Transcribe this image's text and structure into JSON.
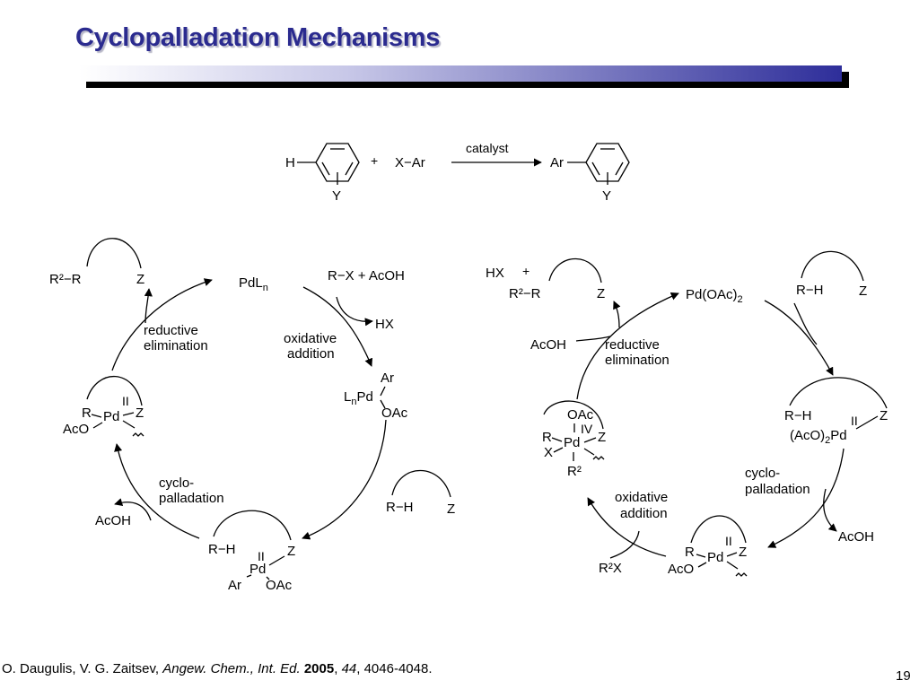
{
  "slide": {
    "title": "Cyclopalladation Mechanisms",
    "page_number": "19"
  },
  "top_reaction": {
    "sub_h": "H",
    "sub_y": "Y",
    "plus": "+",
    "reagent": "X−Ar",
    "catalyst": "catalyst",
    "prod_ar": "Ar",
    "prod_y": "Y"
  },
  "left_cycle": {
    "r2r_product": "R²−R",
    "z": "Z",
    "catalyst_pdln": "PdL",
    "catalyst_sub": "n",
    "rx_acoh": "R−X + AcOH",
    "hx": "HX",
    "oxidative_addition": [
      "oxidative",
      "addition"
    ],
    "ar": "Ar",
    "lnpd": "L",
    "lnpd_sub": "n",
    "lnpd_pd": "Pd",
    "oac": "OAc",
    "substrate_rh": "R−H",
    "substrate_z": "Z",
    "bottom_rh": "R−H",
    "bottom_z": "Z",
    "bottom_ii": "II",
    "bottom_pd": "Pd",
    "bottom_ar": "Ar",
    "bottom_oac": "OAc",
    "cyclopalladation": [
      "cyclo-",
      "palladation"
    ],
    "acoh": "AcOH",
    "left_r": "R",
    "left_ii": "II",
    "left_pd": "Pd",
    "left_z": "Z",
    "left_aco": "AcO",
    "reductive_elimination": [
      "reductive",
      "elimination"
    ]
  },
  "right_cycle": {
    "hx": "HX",
    "plus": "+",
    "r2r_product": "R²−R",
    "z": "Z",
    "catalyst": "Pd(OAc)",
    "catalyst_sub": "2",
    "substrate_rh": "R−H",
    "substrate_z": "Z",
    "int_rh": "R−H",
    "int_z": "Z",
    "int_ii": "II",
    "int_aco": "(AcO)",
    "int_sub": "2",
    "int_pd": "Pd",
    "cyclopalladation": [
      "cyclo-",
      "palladation"
    ],
    "acoh": "AcOH",
    "bottom_r": "R",
    "bottom_ii": "II",
    "bottom_pd": "Pd",
    "bottom_z": "Z",
    "bottom_aco": "AcO",
    "r2x": "R²X",
    "oxidative_addition": [
      "oxidative",
      "addition"
    ],
    "pdiv_oac": "OAc",
    "pdiv_iv": "IV",
    "pdiv_r": "R",
    "pdiv_pd": "Pd",
    "pdiv_z": "Z",
    "pdiv_x": "X",
    "pdiv_r2": "R²",
    "acoh_left": "AcOH",
    "reductive_elimination": [
      "reductive",
      "elimination"
    ]
  },
  "citation": {
    "authors": "O. Daugulis, V. G. Zaitsev, ",
    "journal": "Angew. Chem., Int. Ed.",
    "year": "2005",
    "sep1": ", ",
    "volume": "44",
    "pages": ", 4046-4048."
  }
}
